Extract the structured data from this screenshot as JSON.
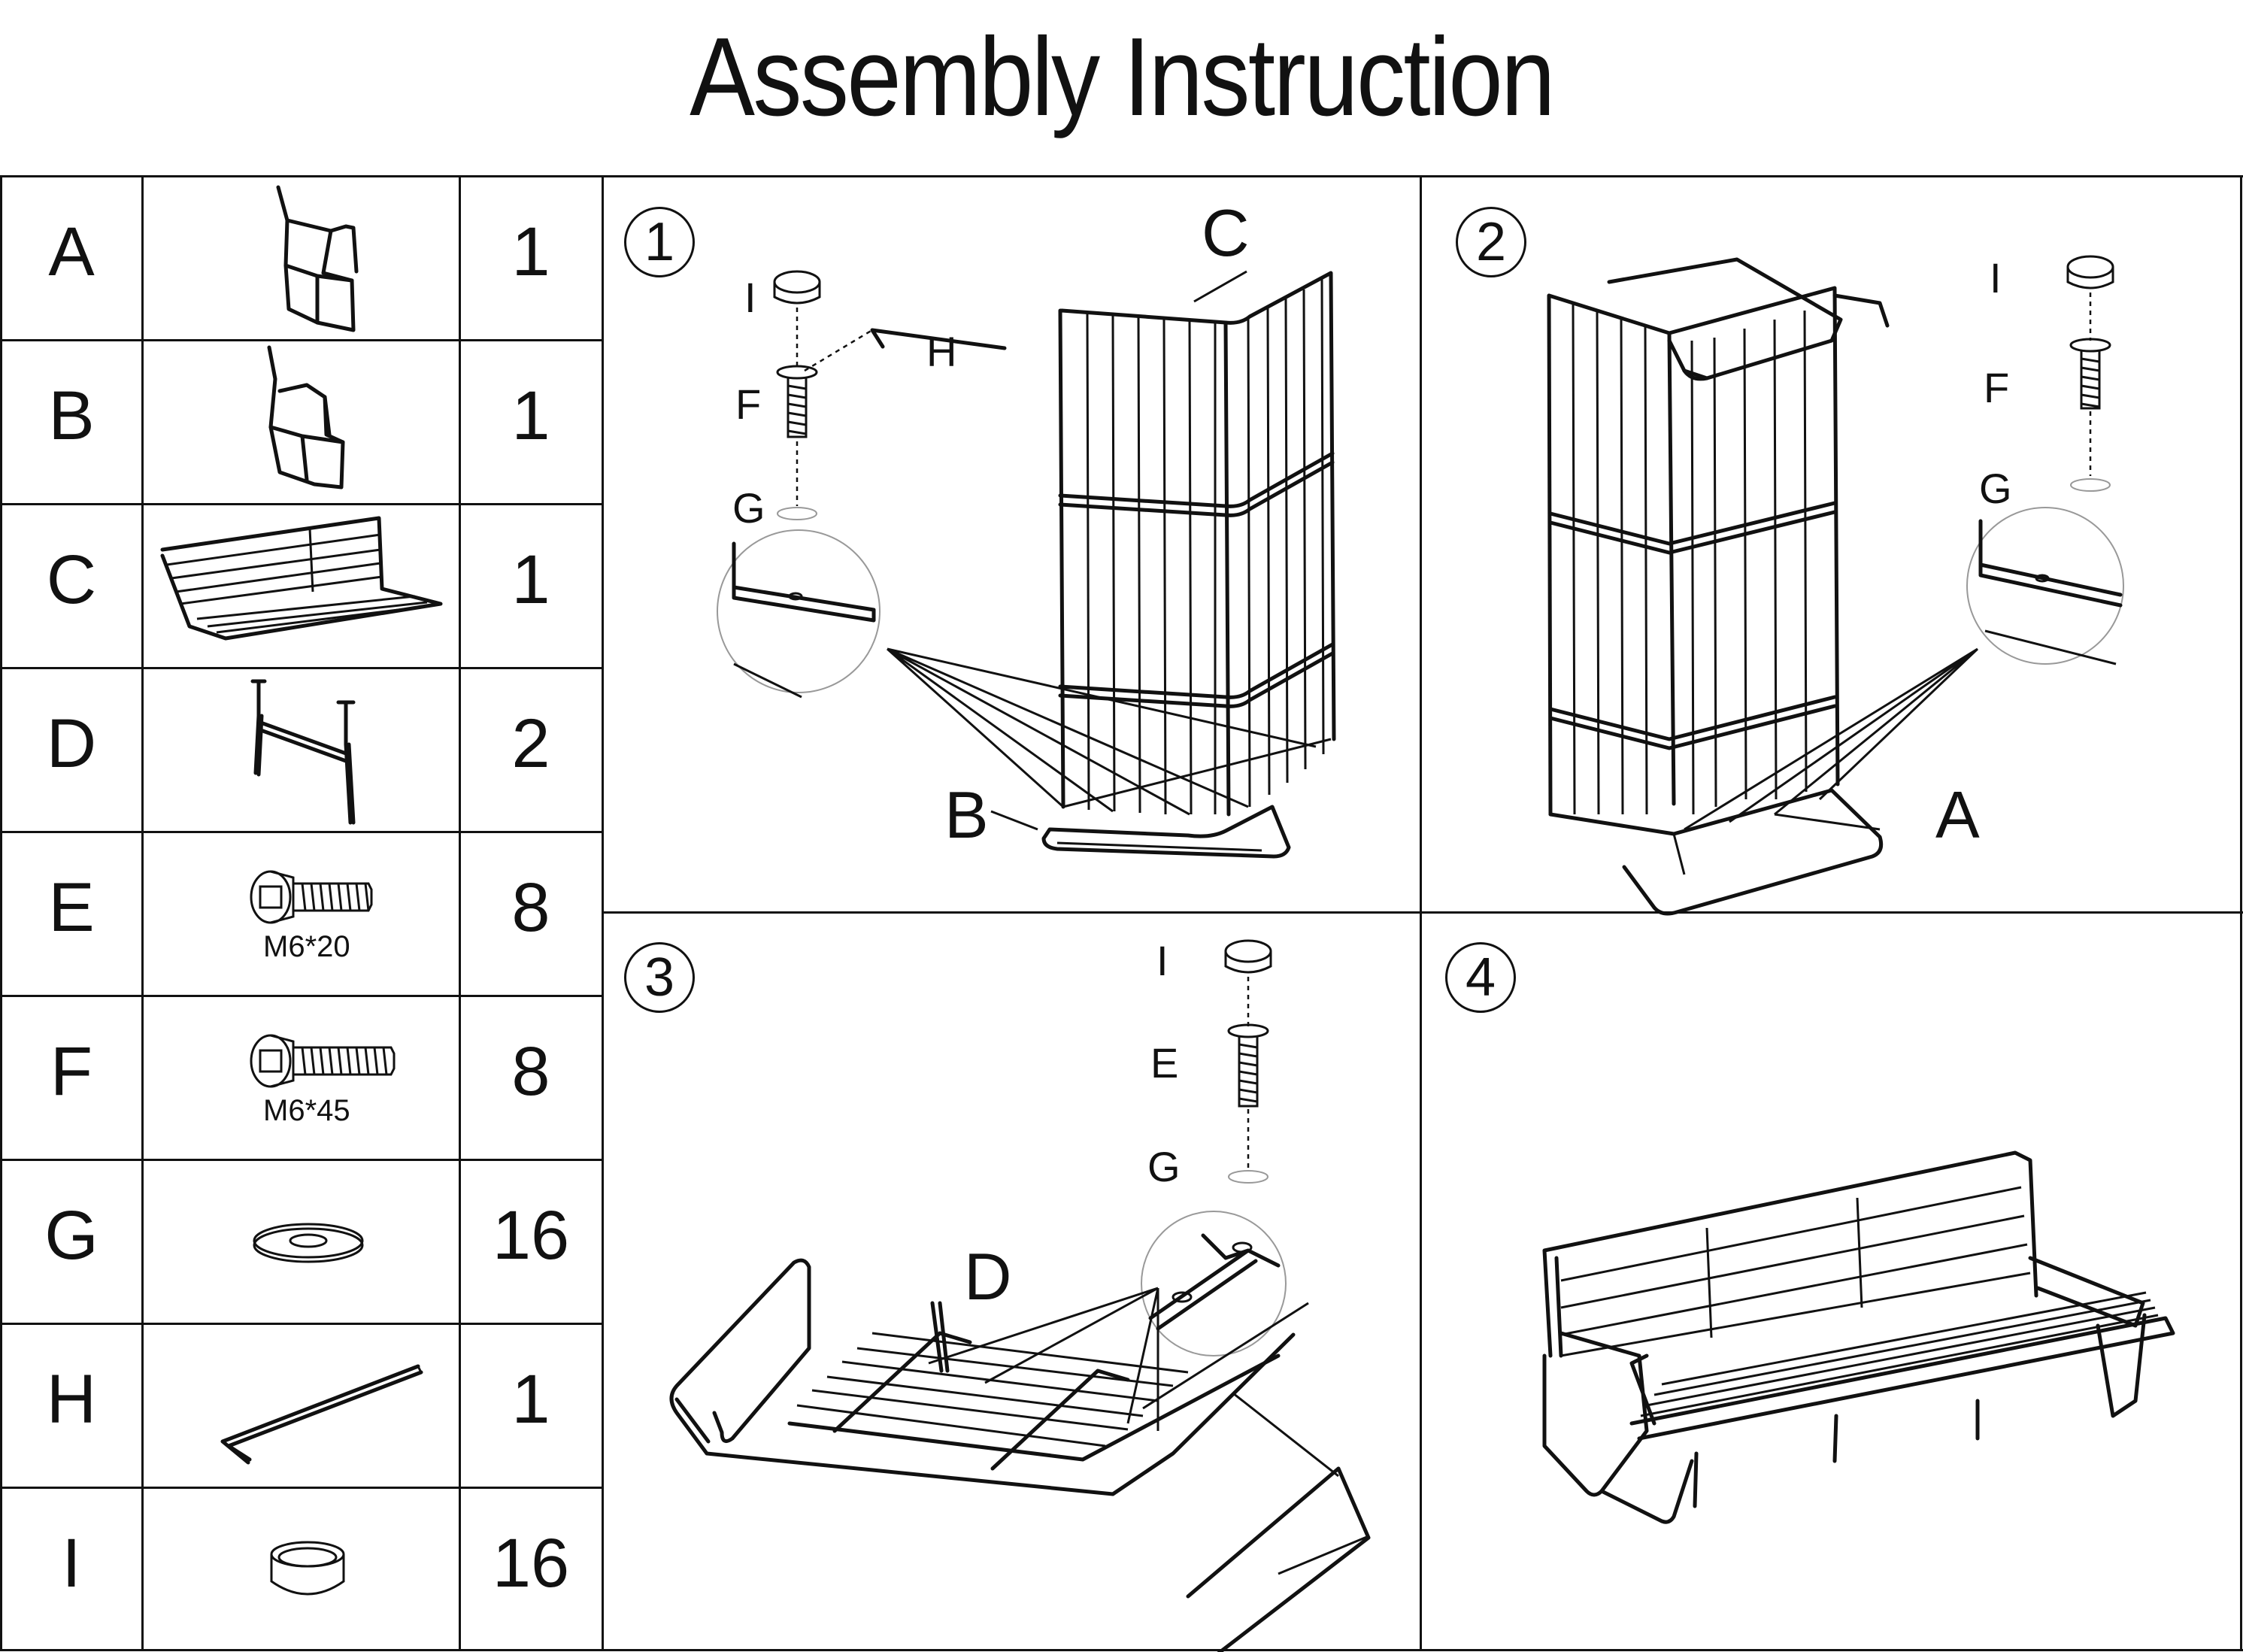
{
  "title": "Assembly Instruction",
  "parts": [
    {
      "letter": "A",
      "qty": "1",
      "icon": "left-armrest-frame"
    },
    {
      "letter": "B",
      "qty": "1",
      "icon": "right-armrest-frame"
    },
    {
      "letter": "C",
      "qty": "1",
      "icon": "seat-backrest"
    },
    {
      "letter": "D",
      "qty": "2",
      "icon": "support-leg"
    },
    {
      "letter": "E",
      "qty": "8",
      "icon": "bolt-short",
      "spec": "M6*20"
    },
    {
      "letter": "F",
      "qty": "8",
      "icon": "bolt-long",
      "spec": "M6*45"
    },
    {
      "letter": "G",
      "qty": "16",
      "icon": "washer"
    },
    {
      "letter": "H",
      "qty": "1",
      "icon": "allen-key"
    },
    {
      "letter": "I",
      "qty": "16",
      "icon": "cap"
    }
  ],
  "steps": [
    {
      "number": "1",
      "labels": {
        "I": "I",
        "H": "H",
        "F": "F",
        "G": "G",
        "C": "C",
        "B": "B"
      }
    },
    {
      "number": "2",
      "labels": {
        "I": "I",
        "F": "F",
        "G": "G",
        "A": "A"
      }
    },
    {
      "number": "3",
      "labels": {
        "I": "I",
        "E": "E",
        "G": "G",
        "D": "D"
      }
    },
    {
      "number": "4",
      "labels": {}
    }
  ]
}
